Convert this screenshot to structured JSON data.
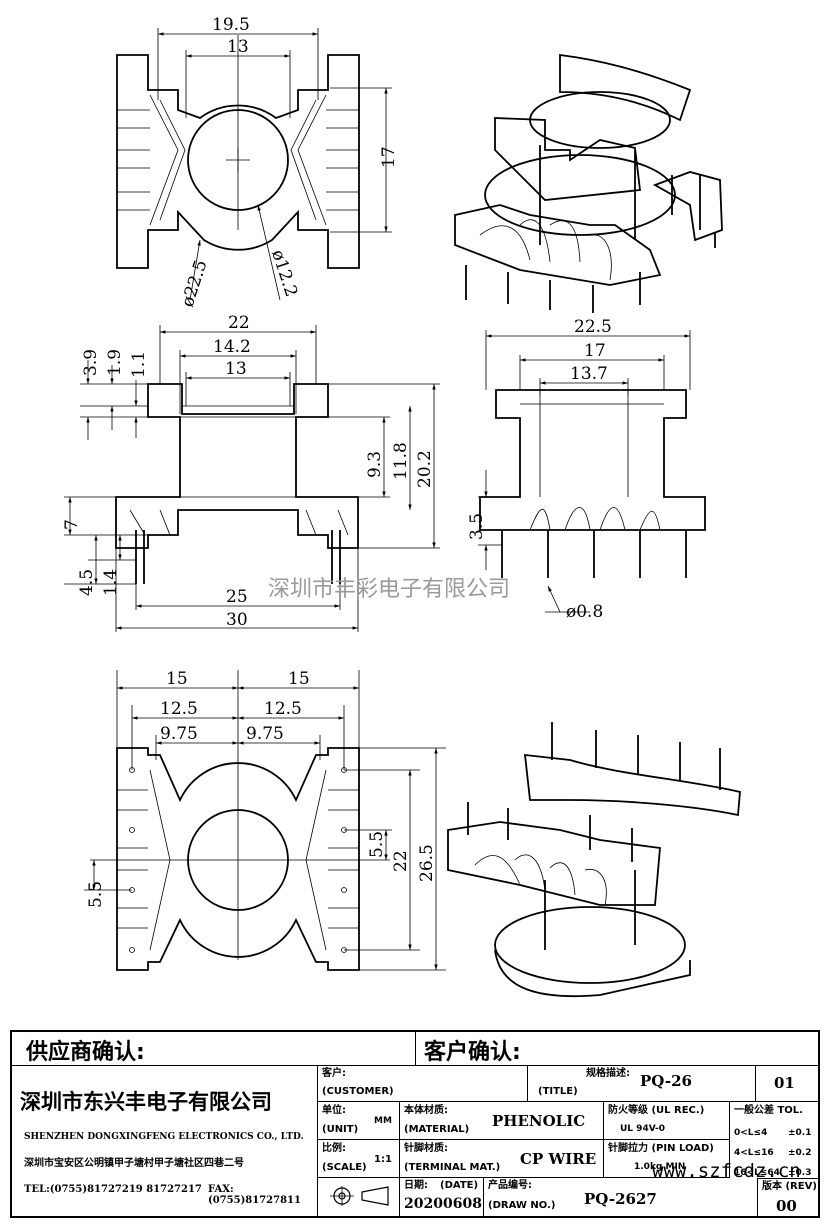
{
  "dimensions": {
    "top_view": {
      "w19_5": "19.5",
      "w13": "13",
      "h17": "17",
      "d22_5": "ø22.5",
      "d12_2": "ø12.2"
    },
    "front_view": {
      "w22": "22",
      "w14_2": "14.2",
      "w13": "13",
      "h3_9": "3.9",
      "h1_9": "1.9",
      "h1_1": "1.1",
      "h9_3": "9.3",
      "h11_8": "11.8",
      "h20_2": "20.2",
      "h7": "7",
      "h4_5": "4.5",
      "h1_4": "1.4",
      "w25": "25",
      "w30": "30"
    },
    "side_view": {
      "w22_5": "22.5",
      "w17": "17",
      "w13_7": "13.7",
      "h3_5": "3.5",
      "pin_d": "ø0.8"
    },
    "bottom_view": {
      "w15a": "15",
      "w15b": "15",
      "w12_5a": "12.5",
      "w12_5b": "12.5",
      "w9_75a": "9.75",
      "w9_75b": "9.75",
      "h5_5a": "5.5",
      "h5_5b": "5.5",
      "h22": "22",
      "h26_5": "26.5"
    }
  },
  "watermark": {
    "cn": "深圳市丰彩电子有限公司",
    "url": "www.szfcdz.cn"
  },
  "title_block": {
    "supplier_confirm": "供应商确认:",
    "customer_confirm": "客户确认:",
    "company_cn": "深圳市东兴丰电子有限公司",
    "company_en": "SHENZHEN DONGXINGFENG ELECTRONICS CO., LTD.",
    "address": "深圳市宝安区公明镇甲子塘村甲子塘社区四巷二号",
    "tel": "TEL:(0755)81727219  81727217",
    "fax": "FAX:(0755)81727811",
    "customer_label": "客户:",
    "customer_label_en": "(CUSTOMER)",
    "title_label": "规格描述:",
    "title_label_en": "(TITLE)",
    "title_value": "PQ-26",
    "sheet": "01",
    "unit_label": "单位:",
    "unit_label_en": "(UNIT)",
    "unit_value": "MM",
    "material_label": "本体材质:",
    "material_label_en": "(MATERIAL)",
    "material_value": "PHENOLIC",
    "ul_label": "防火等级 (UL REC.)",
    "ul_value": "UL 94V-0",
    "tol_label": "一般公差 TOL.",
    "tol_rows": [
      [
        "0<L≤4",
        "±0.1"
      ],
      [
        "4<L≤16",
        "±0.2"
      ],
      [
        "16<L≤64",
        "±0.3"
      ]
    ],
    "scale_label": "比例:",
    "scale_label_en": "(SCALE)",
    "scale_value": "1:1",
    "terminal_label": "针脚材质:",
    "terminal_label_en": "(TERMINAL MAT.)",
    "terminal_value": "CP WIRE",
    "pinload_label": "针脚拉力 (PIN LOAD)",
    "pinload_value": "1.0kg MIN",
    "date_label": "日期:",
    "date_label_en": "(DATE)",
    "date_value": "20200608",
    "drawno_label": "产品编号:",
    "drawno_label_en": "(DRAW NO.)",
    "drawno_value": "PQ-2627",
    "rev_label": "版本 (REV)",
    "rev_value": "00"
  }
}
